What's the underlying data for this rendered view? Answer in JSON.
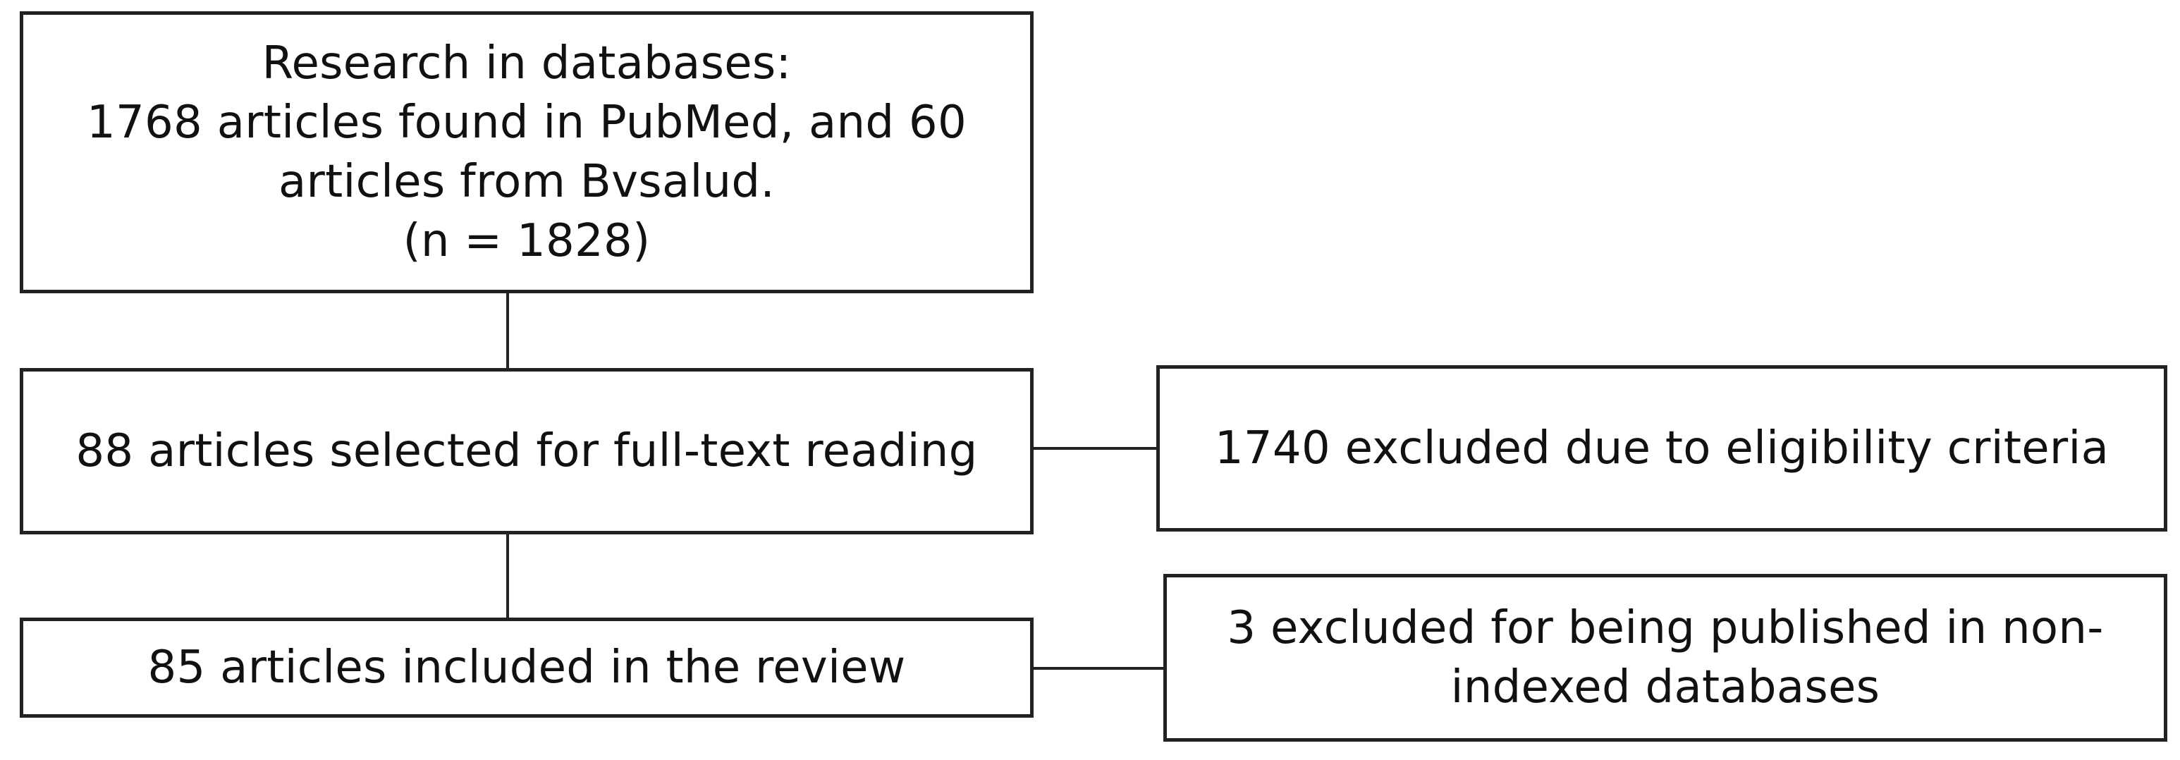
{
  "flowchart": {
    "research_box": {
      "lines": [
        "Research in databases:",
        "1768 articles found in PubMed, and 60",
        "articles from Bvsalud.",
        "(n = 1828)"
      ]
    },
    "selected_box": {
      "text": "88 articles selected for full-text reading"
    },
    "included_box": {
      "text": "85 articles included in the review"
    },
    "excluded_eligibility_box": {
      "text": "1740 excluded due to eligibility criteria"
    },
    "excluded_indexing_box": {
      "lines": [
        "3 excluded for being published in non-",
        "indexed databases"
      ]
    }
  }
}
